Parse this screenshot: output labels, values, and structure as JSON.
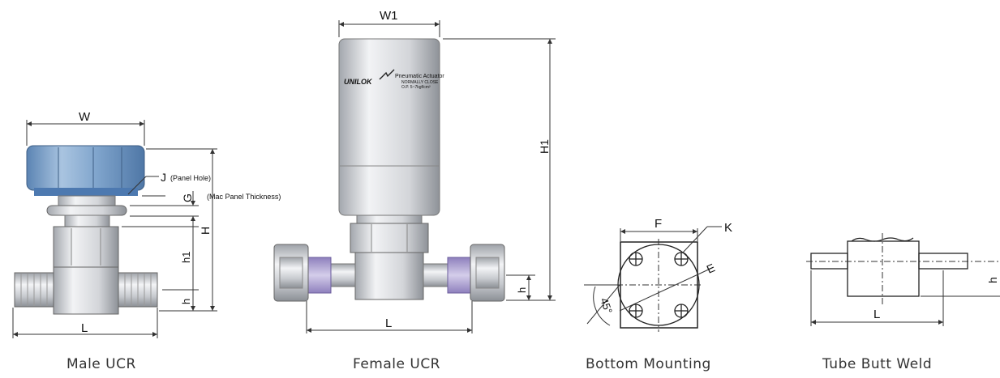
{
  "captions": {
    "male": "Male UCR",
    "female": "Female UCR",
    "bottom": "Bottom Mounting",
    "tube": "Tube Butt Weld"
  },
  "male_dims": {
    "w": "W",
    "j": "J",
    "panel_hole": "(Panel Hole)",
    "g": "G",
    "panel_thickness": "(Mac Panel Thickness)",
    "h_big": "H",
    "h1": "h1",
    "h": "h",
    "l": "L"
  },
  "female_dims": {
    "w1": "W1",
    "h1_big": "H1",
    "h": "h",
    "l": "L",
    "brand": "UNILOK",
    "label_line1": "Pneumatic Actuator",
    "label_line2": "NORMALLY CLOSE",
    "label_line3": "O.P. 5~7kgf/cm²"
  },
  "bottom_dims": {
    "f": "F",
    "k": "K",
    "e": "E",
    "angle": "45°"
  },
  "tube_dims": {
    "l": "L",
    "h": "h"
  },
  "colors": {
    "nut_blue": "#7fa4cc",
    "steel": "#c9ccd1",
    "steel_dark": "#8d9197",
    "purple": "#b4a9d6",
    "line": "#333333"
  }
}
